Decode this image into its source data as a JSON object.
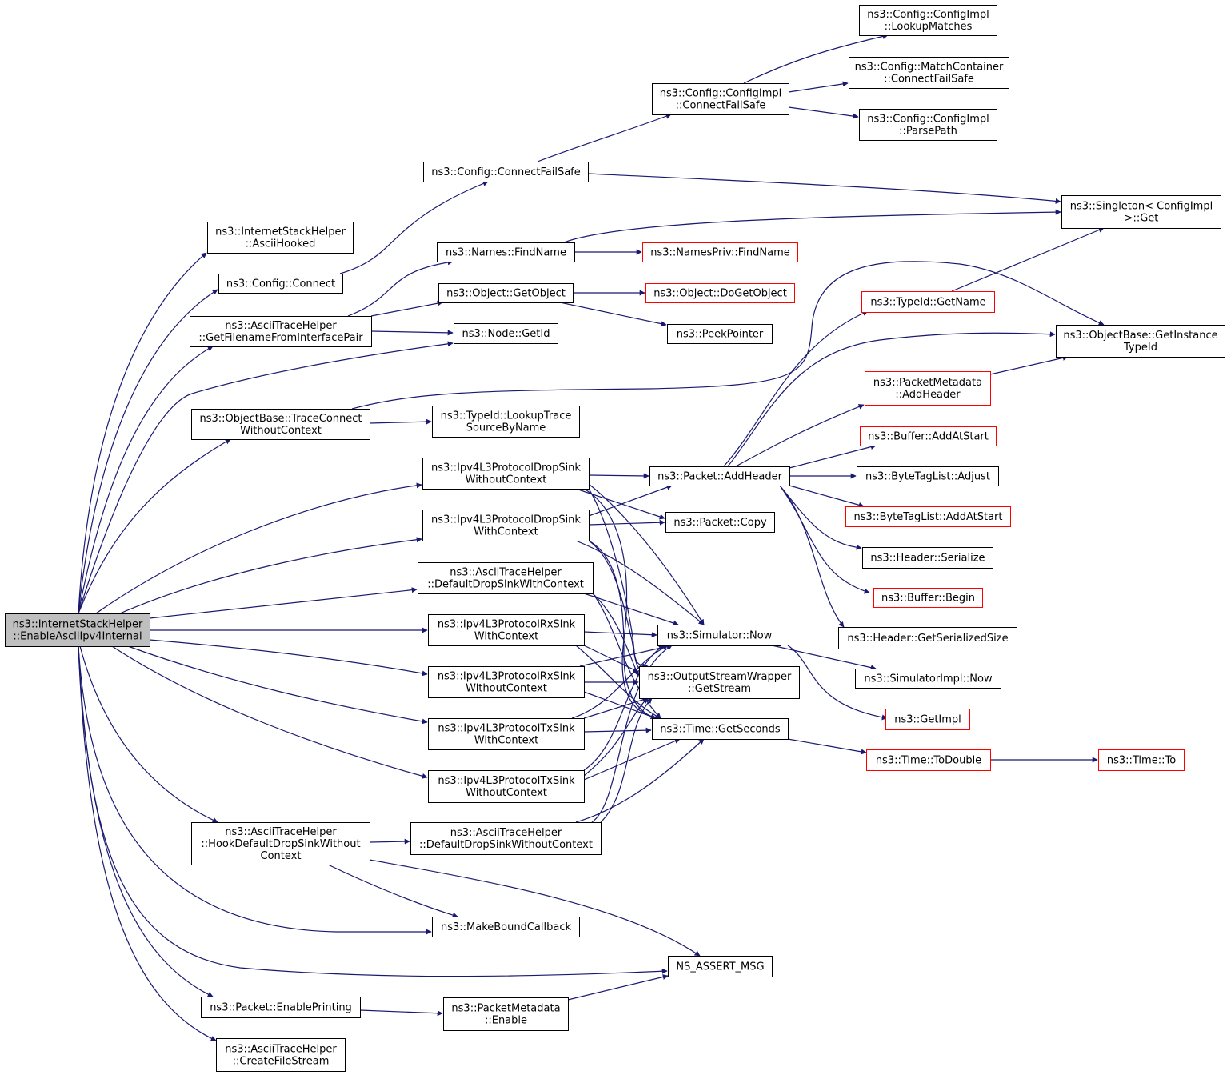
{
  "colors": {
    "edge": "#191970",
    "node_border": "#000000",
    "link_border": "#ff0000",
    "root_fill": "#bfbfbf",
    "node_fill": "#ffffff",
    "text": "#000000"
  },
  "nodes": {
    "root": {
      "lines": [
        "ns3::InternetStackHelper",
        "::EnableAsciiIpv4Internal"
      ],
      "style": "root"
    },
    "n_asciihooked": {
      "lines": [
        "ns3::InternetStackHelper",
        "::AsciiHooked"
      ],
      "style": "normal"
    },
    "n_config_connect": {
      "lines": [
        "ns3::Config::Connect"
      ],
      "style": "normal"
    },
    "n_getfilename": {
      "lines": [
        "ns3::AsciiTraceHelper",
        "::GetFilenameFromInterfacePair"
      ],
      "style": "normal"
    },
    "n_traceconnect": {
      "lines": [
        "ns3::ObjectBase::TraceConnect",
        "WithoutContext"
      ],
      "style": "normal"
    },
    "n_ipv4drop_wo": {
      "lines": [
        "ns3::Ipv4L3ProtocolDropSink",
        "WithoutContext"
      ],
      "style": "normal"
    },
    "n_ipv4drop_w": {
      "lines": [
        "ns3::Ipv4L3ProtocolDropSink",
        "WithContext"
      ],
      "style": "normal"
    },
    "n_defdrop_w": {
      "lines": [
        "ns3::AsciiTraceHelper",
        "::DefaultDropSinkWithContext"
      ],
      "style": "normal"
    },
    "n_rx_w": {
      "lines": [
        "ns3::Ipv4L3ProtocolRxSink",
        "WithContext"
      ],
      "style": "normal"
    },
    "n_rx_wo": {
      "lines": [
        "ns3::Ipv4L3ProtocolRxSink",
        "WithoutContext"
      ],
      "style": "normal"
    },
    "n_tx_w": {
      "lines": [
        "ns3::Ipv4L3ProtocolTxSink",
        "WithContext"
      ],
      "style": "normal"
    },
    "n_tx_wo": {
      "lines": [
        "ns3::Ipv4L3ProtocolTxSink",
        "WithoutContext"
      ],
      "style": "normal"
    },
    "n_hookdrop": {
      "lines": [
        "ns3::AsciiTraceHelper",
        "::HookDefaultDropSinkWithout",
        "Context"
      ],
      "style": "normal"
    },
    "n_enableprinting": {
      "lines": [
        "ns3::Packet::EnablePrinting"
      ],
      "style": "normal"
    },
    "n_createfile": {
      "lines": [
        "ns3::AsciiTraceHelper",
        "::CreateFileStream"
      ],
      "style": "normal"
    },
    "n_config_cfs": {
      "lines": [
        "ns3::Config::ConnectFailSafe"
      ],
      "style": "normal"
    },
    "n_findname": {
      "lines": [
        "ns3::Names::FindName"
      ],
      "style": "normal"
    },
    "n_getobject": {
      "lines": [
        "ns3::Object::GetObject"
      ],
      "style": "normal"
    },
    "n_getid": {
      "lines": [
        "ns3::Node::GetId"
      ],
      "style": "normal"
    },
    "n_lookuptrace": {
      "lines": [
        "ns3::TypeId::LookupTrace",
        "SourceByName"
      ],
      "style": "normal"
    },
    "n_defdrop_wo": {
      "lines": [
        "ns3::AsciiTraceHelper",
        "::DefaultDropSinkWithoutContext"
      ],
      "style": "normal"
    },
    "n_makebound": {
      "lines": [
        "ns3::MakeBoundCallback"
      ],
      "style": "normal"
    },
    "n_pm_enable": {
      "lines": [
        "ns3::PacketMetadata",
        "::Enable"
      ],
      "style": "normal"
    },
    "n_cimpl_cfs": {
      "lines": [
        "ns3::Config::ConfigImpl",
        "::ConnectFailSafe"
      ],
      "style": "normal"
    },
    "n_namespriv": {
      "lines": [
        "ns3::NamesPriv::FindName"
      ],
      "style": "link"
    },
    "n_dogetobject": {
      "lines": [
        "ns3::Object::DoGetObject"
      ],
      "style": "link"
    },
    "n_peekpointer": {
      "lines": [
        "ns3::PeekPointer"
      ],
      "style": "normal"
    },
    "n_addheader": {
      "lines": [
        "ns3::Packet::AddHeader"
      ],
      "style": "normal"
    },
    "n_copy": {
      "lines": [
        "ns3::Packet::Copy"
      ],
      "style": "normal"
    },
    "n_sim_now": {
      "lines": [
        "ns3::Simulator::Now"
      ],
      "style": "normal"
    },
    "n_getstream": {
      "lines": [
        "ns3::OutputStreamWrapper",
        "::GetStream"
      ],
      "style": "normal"
    },
    "n_getseconds": {
      "lines": [
        "ns3::Time::GetSeconds"
      ],
      "style": "normal"
    },
    "n_assert": {
      "lines": [
        "NS_ASSERT_MSG"
      ],
      "style": "normal"
    },
    "n_lookupmatches": {
      "lines": [
        "ns3::Config::ConfigImpl",
        "::LookupMatches"
      ],
      "style": "normal"
    },
    "n_matchcont": {
      "lines": [
        "ns3::Config::MatchContainer",
        "::ConnectFailSafe"
      ],
      "style": "normal"
    },
    "n_parsepath": {
      "lines": [
        "ns3::Config::ConfigImpl",
        "::ParsePath"
      ],
      "style": "normal"
    },
    "n_singleton": {
      "lines": [
        "ns3::Singleton< ConfigImpl",
        ">::Get"
      ],
      "style": "normal"
    },
    "n_typeid_getname": {
      "lines": [
        "ns3::TypeId::GetName"
      ],
      "style": "link"
    },
    "n_getinstance": {
      "lines": [
        "ns3::ObjectBase::GetInstance",
        "TypeId"
      ],
      "style": "normal"
    },
    "n_pm_addheader": {
      "lines": [
        "ns3::PacketMetadata",
        "::AddHeader"
      ],
      "style": "link"
    },
    "n_buf_addatstart": {
      "lines": [
        "ns3::Buffer::AddAtStart"
      ],
      "style": "link"
    },
    "n_btl_adjust": {
      "lines": [
        "ns3::ByteTagList::Adjust"
      ],
      "style": "normal"
    },
    "n_btl_addatstart": {
      "lines": [
        "ns3::ByteTagList::AddAtStart"
      ],
      "style": "link"
    },
    "n_hdr_serialize": {
      "lines": [
        "ns3::Header::Serialize"
      ],
      "style": "normal"
    },
    "n_buf_begin": {
      "lines": [
        "ns3::Buffer::Begin"
      ],
      "style": "link"
    },
    "n_hdr_getsize": {
      "lines": [
        "ns3::Header::GetSerializedSize"
      ],
      "style": "normal"
    },
    "n_simimpl_now": {
      "lines": [
        "ns3::SimulatorImpl::Now"
      ],
      "style": "normal"
    },
    "n_getimpl": {
      "lines": [
        "ns3::GetImpl"
      ],
      "style": "link"
    },
    "n_todouble": {
      "lines": [
        "ns3::Time::ToDouble"
      ],
      "style": "link"
    },
    "n_time_to": {
      "lines": [
        "ns3::Time::To"
      ],
      "style": "link"
    }
  }
}
